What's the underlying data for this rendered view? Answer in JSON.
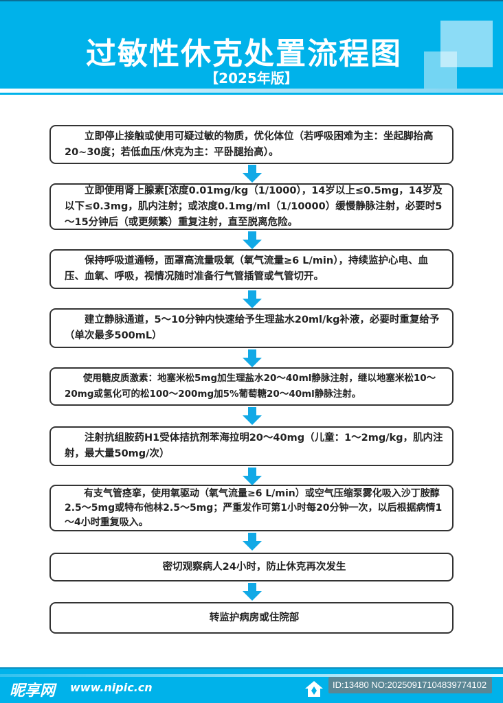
{
  "header": {
    "title": "过敏性休克处置流程图",
    "subtitle": "【2025年版】"
  },
  "steps": [
    "立即停止接触或使用可疑过敏的物质，优化体位（若呼吸困难为主：坐起脚抬高20~30度；若低血压/休克为主：平卧腿抬高）。",
    "立即使用肾上腺素[浓度0.01mg/kg（1/1000），14岁以上≤0.5mg，14岁及以下≤0.3mg，肌内注射；或浓度0.1mg/ml（1/10000）缓慢静脉注射，必要时5～15分钟后（或更频繁）重复注射，直至脱离危险。",
    "保持呼吸道通畅，面罩高流量吸氧（氧气流量≥6 L/min），持续监护心电、血压、血氧、呼吸，视情况随时准备行气管插管或气管切开。",
    "建立静脉通道，5～10分钟内快速给予生理盐水20ml/kg补液，必要时重复给予（单次最多500mL）",
    "使用糖皮质激素：地塞米松5mg加生理盐水20～40ml静脉注射，继以地塞米松10～20mg或氢化可的松100～200mg加5%葡萄糖20～40ml静脉注射。",
    "注射抗组胺药H1受体拮抗剂苯海拉明20～40mg（儿童：1～2mg/kg，肌内注射，最大量50mg/次）",
    "有支气管痉挛，使用氧驱动（氧气流量≥6 L/min）或空气压缩泵雾化吸入沙丁胺醇2.5～5mg或特布他林2.5～5mg；严重发作可第1小时每20分钟一次，以后根据病情1～4小时重复吸入。",
    "密切观察病人24小时，防止休克再次发生",
    "转监护病房或住院部"
  ],
  "footer": {
    "logo": "昵享网",
    "url": "www.nipic.cn",
    "id": "ID:13480 NO:20250917104839774102"
  },
  "colors": {
    "brand": "#00b2ea",
    "arrow": "#12a9e6"
  }
}
